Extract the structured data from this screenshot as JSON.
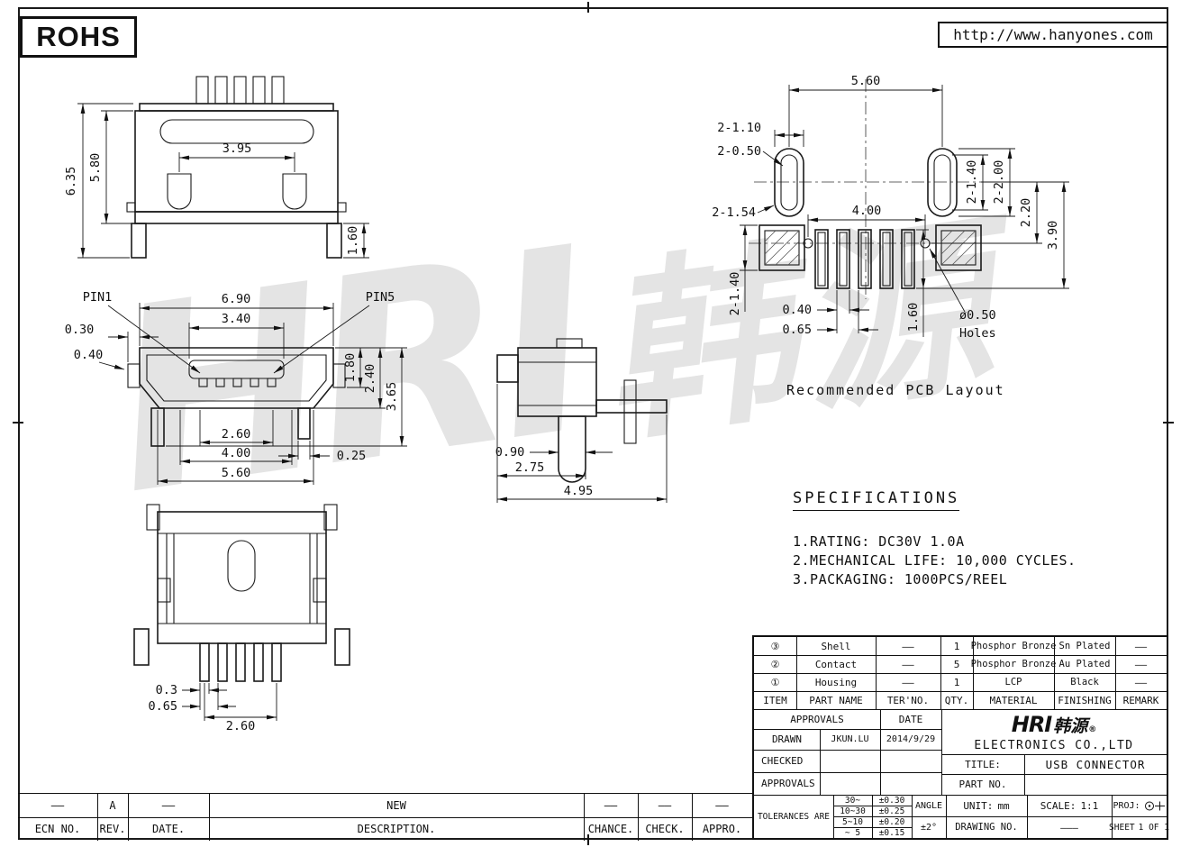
{
  "header": {
    "rohs": "ROHS",
    "url": "http://www.hanyones.com"
  },
  "watermark": {
    "latin": "HRI",
    "cjk": "韩源"
  },
  "views": {
    "top": {
      "dims": {
        "total_height": "6.35",
        "body_height": "5.80",
        "post_span": "3.95",
        "foot_height": "1.60"
      }
    },
    "pcb": {
      "caption": "Recommended PCB Layout",
      "dims": {
        "slot_span": "5.60",
        "slot_width": "2-1.10",
        "slot_hole": "2-0.50",
        "slot_length_note": "2-1.54",
        "slot_inner_len": "2-1.40",
        "slot_outer_len": "2-2.00",
        "row_gap": "2.20",
        "hole_span": "4.00",
        "side_pad": "2-1.40",
        "pad_width": "0.40",
        "pad_pitch": "0.65",
        "pad_length": "1.60",
        "hole_dia": "ø0.50",
        "hole_label": "Holes",
        "total_depth": "3.90"
      }
    },
    "front": {
      "pin1": "PIN1",
      "pin5": "PIN5",
      "dims": {
        "shell_width": "6.90",
        "tongue_width": "3.40",
        "lip_a": "0.30",
        "lip_b": "0.40",
        "h_inner": "1.80",
        "h_shell": "2.40",
        "h_total": "3.65",
        "w_a": "2.60",
        "w_b": "4.00",
        "w_c": "5.60",
        "leg_offset": "0.25"
      }
    },
    "side": {
      "dims": {
        "leg_width": "0.90",
        "body_depth": "2.75",
        "total_depth": "4.95"
      }
    },
    "bottom": {
      "dims": {
        "pin_width": "0.3",
        "pin_pitch": "0.65",
        "pin_span": "2.60"
      }
    }
  },
  "specifications": {
    "title": "SPECIFICATIONS",
    "items": [
      "1.RATING: DC30V 1.0A",
      "2.MECHANICAL LIFE: 10,000 CYCLES.",
      "3.PACKAGING: 1000PCS/REEL"
    ]
  },
  "title_block": {
    "headers": {
      "item": "ITEM",
      "part_name": "PART NAME",
      "ter_no": "TER'NO.",
      "qty": "QTY.",
      "material": "MATERIAL",
      "finishing": "FINISHING",
      "remark": "REMARK"
    },
    "parts": [
      {
        "item": "③",
        "name": "Shell",
        "ter_no": "——",
        "qty": "1",
        "material": "Phosphor Bronze",
        "finishing": "Sn Plated",
        "remark": "——"
      },
      {
        "item": "②",
        "name": "Contact",
        "ter_no": "——",
        "qty": "5",
        "material": "Phosphor Bronze",
        "finishing": "Au Plated",
        "remark": "——"
      },
      {
        "item": "①",
        "name": "Housing",
        "ter_no": "——",
        "qty": "1",
        "material": "LCP",
        "finishing": "Black",
        "remark": "——"
      }
    ],
    "approvals": {
      "approvals_label": "APPROVALS",
      "date_label": "DATE",
      "drawn_label": "DRAWN",
      "drawn_by": "JKUN.LU",
      "drawn_date": "2014/9/29",
      "checked_label": "CHECKED",
      "approved_label": "APPROVALS"
    },
    "company": {
      "logo_latin": "HRI",
      "logo_cjk": "韩源",
      "reg_mark": "®",
      "name": "ELECTRONICS CO.,LTD"
    },
    "title": {
      "label": "TITLE:",
      "value": "USB CONNECTOR",
      "part_no_label": "PART NO."
    },
    "tolerances": {
      "label": "TOLERANCES ARE",
      "rows": [
        {
          "range": "30~",
          "value": "±0.30"
        },
        {
          "range": "10~30",
          "value": "±0.25"
        },
        {
          "range": "5~10",
          "value": "±0.20"
        },
        {
          "range": "~ 5",
          "value": "±0.15"
        }
      ],
      "angle_label": "ANGLE",
      "angle_value": "±2°"
    },
    "info": {
      "unit_label": "UNIT:",
      "unit_value": "mm",
      "scale_label": "SCALE:",
      "scale_value": "1:1",
      "proj_label": "PROJ:",
      "drawing_no_label": "DRAWING NO.",
      "drawing_no_value": "———",
      "sheet_label": "SHEET",
      "sheet_value": "1 OF 1"
    }
  },
  "revision_bar": {
    "labels": {
      "ecn": "ECN NO.",
      "rev": "REV.",
      "date": "DATE.",
      "description": "DESCRIPTION.",
      "chance": "CHANCE.",
      "check": "CHECK.",
      "appro": "APPRO."
    },
    "row": {
      "ecn": "——",
      "rev": "A",
      "date": "——",
      "description": "NEW",
      "chance": "——",
      "check": "——",
      "appro": "——"
    }
  }
}
